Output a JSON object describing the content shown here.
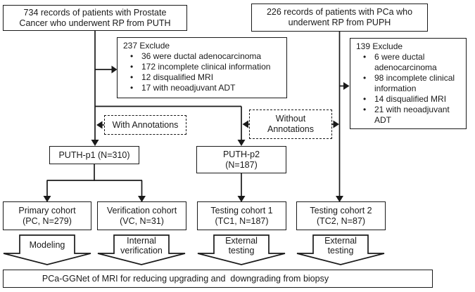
{
  "colors": {
    "ink": "#1a1a1a",
    "background": "#ffffff"
  },
  "nodes": {
    "source_puth": {
      "lines": [
        "734 records of patients with Prostate",
        "Cancer who underwent RP from PUTH"
      ]
    },
    "source_puph": {
      "lines": [
        "226 records of patients with PCa who",
        "underwent RP from PUPH"
      ]
    },
    "exclude_puth": {
      "title": "237 Exclude",
      "items": [
        "36 were ductal adenocarcinoma",
        "172 incomplete clinical information",
        "12 disqualified MRI",
        "17 with neoadjuvant ADT"
      ]
    },
    "exclude_puph": {
      "title": "139 Exclude",
      "items": [
        "6 were ductal adenocarcinoma",
        "98 incomplete clinical information",
        "14 disqualified MRI",
        "21 with neoadjuvant ADT"
      ]
    },
    "with_annotations": {
      "label": "With Annotations"
    },
    "without_annotations": {
      "lines": [
        "Without",
        "Annotations"
      ]
    },
    "puth_p1": {
      "label": "PUTH-p1 (N=310)"
    },
    "puth_p2": {
      "lines": [
        "PUTH-p2",
        "(N=187)"
      ]
    },
    "primary_cohort": {
      "lines": [
        "Primary cohort",
        "(PC, N=279)"
      ]
    },
    "verification_cohort": {
      "lines": [
        "Verification cohort",
        "(VC, N=31)"
      ]
    },
    "testing_cohort_1": {
      "lines": [
        "Testing cohort 1",
        "(TC1, N=187)"
      ]
    },
    "testing_cohort_2": {
      "lines": [
        "Testing cohort 2",
        "(TC2, N=87)"
      ]
    },
    "process_modeling": {
      "label": "Modeling"
    },
    "process_internal_verification": {
      "lines": [
        "Internal",
        "verification"
      ]
    },
    "process_external_testing_1": {
      "lines": [
        "External",
        "testing"
      ]
    },
    "process_external_testing_2": {
      "lines": [
        "External",
        "testing"
      ]
    },
    "outcome": {
      "label": "PCa-GGNet of MRI for reducing upgrading and  downgrading from biopsy"
    }
  }
}
